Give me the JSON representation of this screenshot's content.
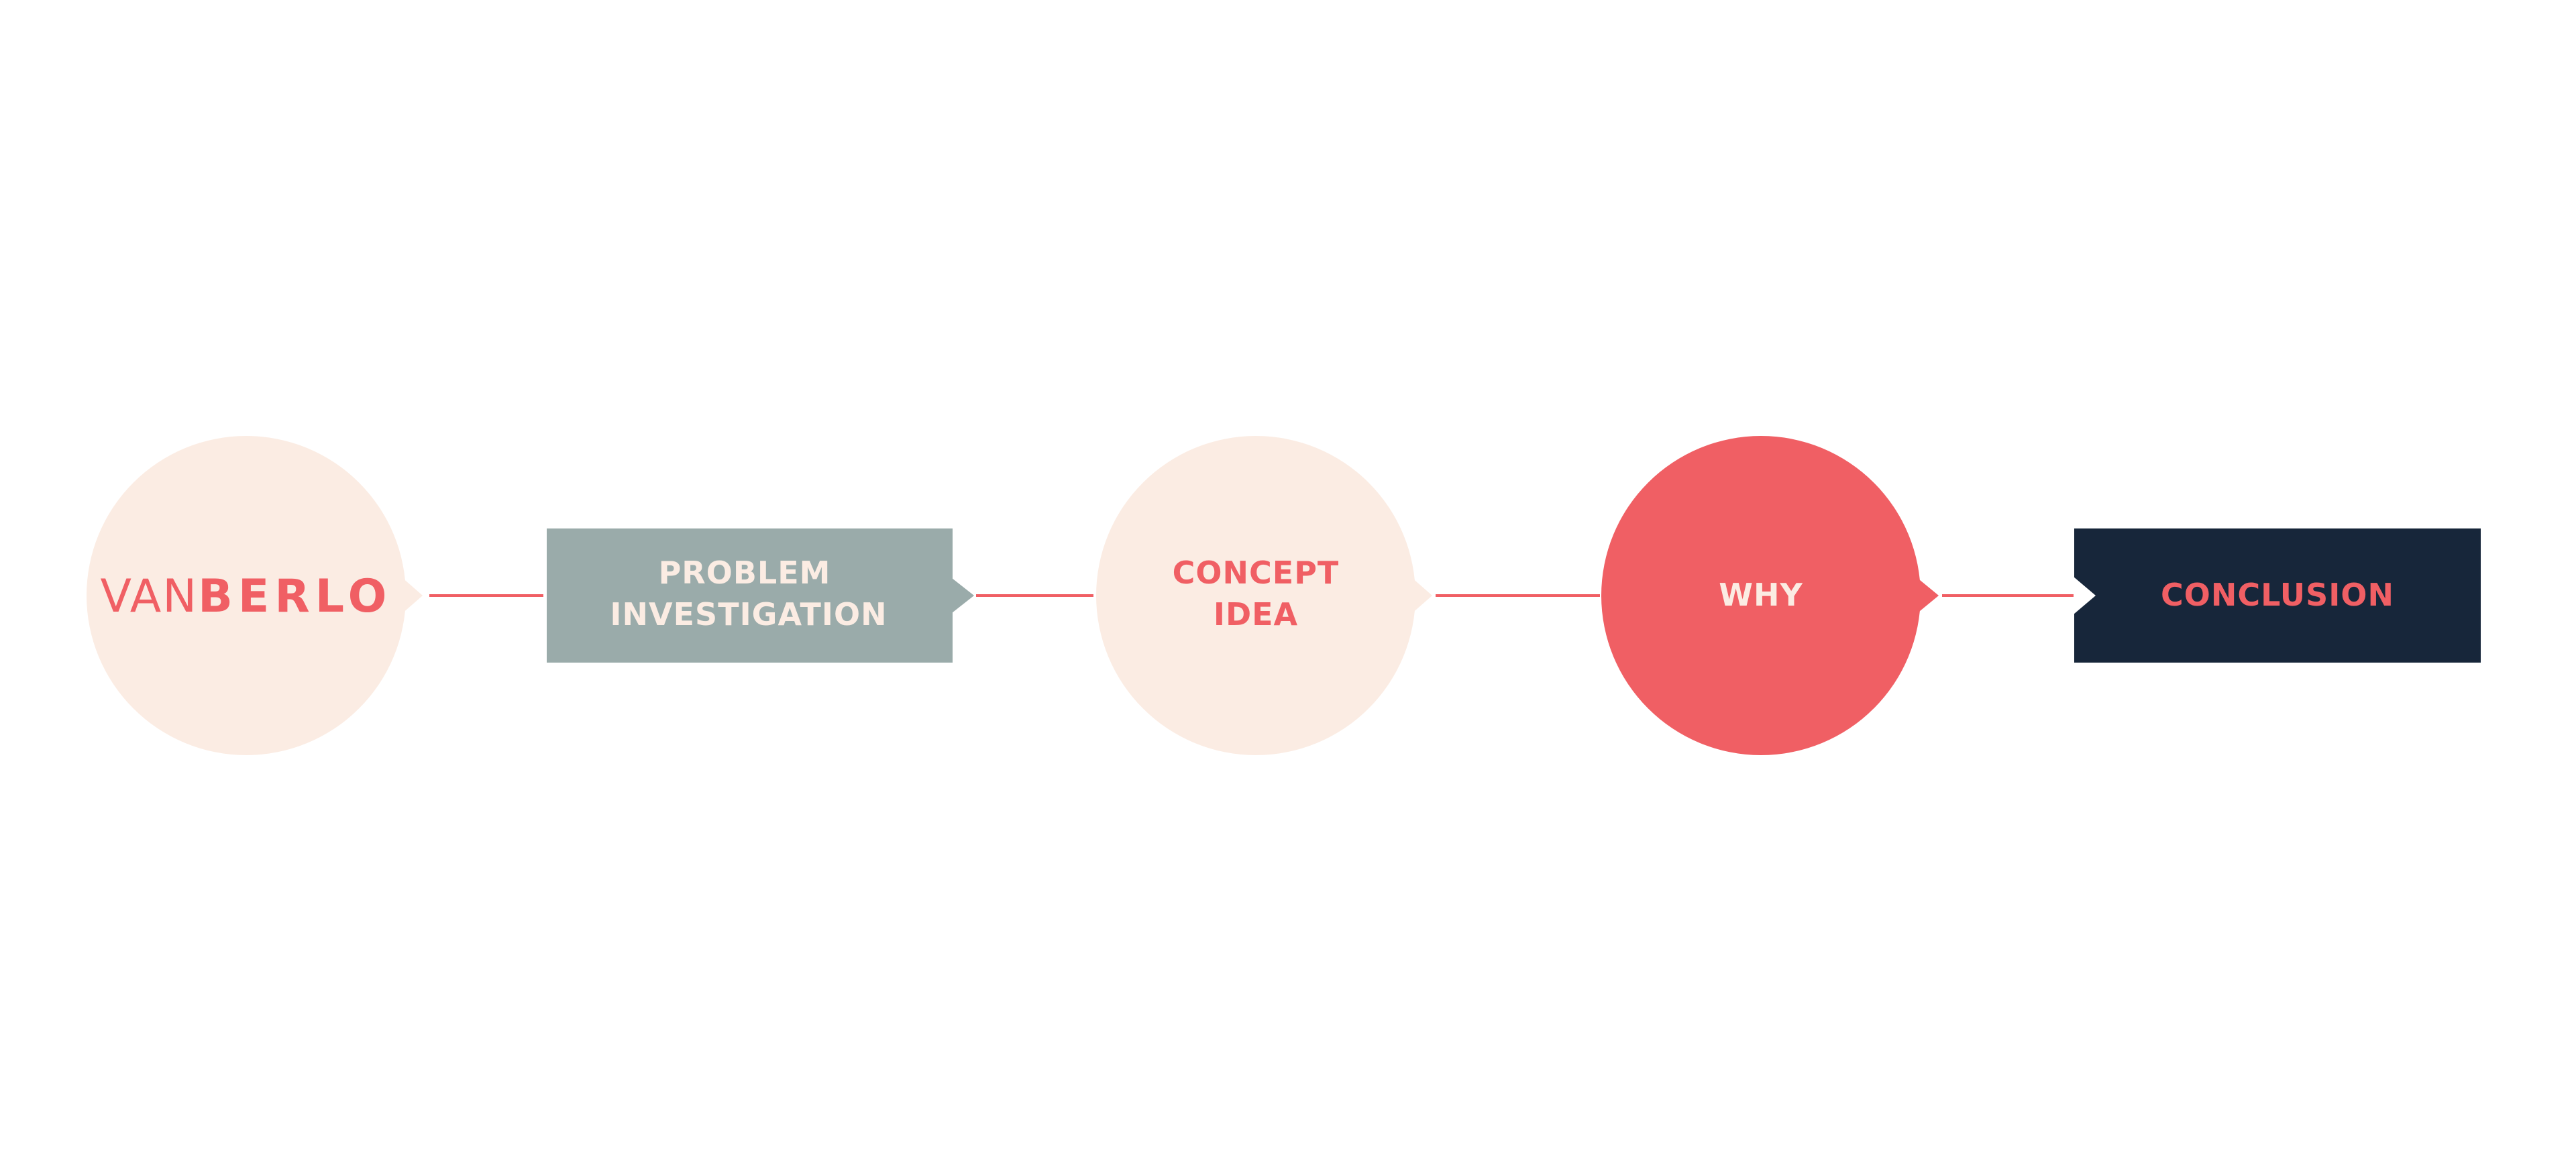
{
  "colors": {
    "background": "#ffffff",
    "cream": "#fbece3",
    "coral": "#f05f64",
    "slate_grey": "#9aabaa",
    "navy": "#17263a",
    "label_light": "#fbece3",
    "connector": "#f05f64"
  },
  "logo": {
    "prefix": "VAN",
    "brand": "BERLO"
  },
  "nodes": {
    "problem": {
      "line1": "PROBLEM",
      "line2": "INVESTIGATION"
    },
    "concept": {
      "line1": "CONCEPT",
      "line2": "IDEA"
    },
    "why": {
      "label": "WHY"
    },
    "conclusion": {
      "label": "CONCLUSION"
    }
  }
}
